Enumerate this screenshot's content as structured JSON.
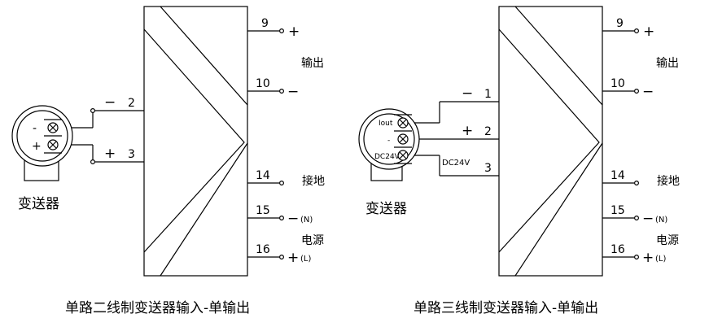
{
  "left": {
    "caption": "单路二线制变送器输入-单输出",
    "transmitter_label": "变送器",
    "transmitter_minus": "-",
    "transmitter_plus": "+",
    "input_terminals": [
      {
        "sign": "−",
        "number": "2"
      },
      {
        "sign": "+",
        "number": "3"
      }
    ],
    "output_terminals": [
      {
        "number": "9",
        "suffix": "+"
      },
      {
        "number": "10",
        "suffix": "−"
      },
      {
        "number": "14",
        "suffix": ""
      },
      {
        "number": "15",
        "suffix": "−",
        "note": "(N)"
      },
      {
        "number": "16",
        "suffix": "+",
        "note": "(L)"
      }
    ],
    "group_labels": {
      "output": "输出",
      "ground": "接地",
      "power": "电源"
    }
  },
  "right": {
    "caption": "单路三线制变送器输入-单输出",
    "transmitter_label": "变送器",
    "iout_label": "Iout",
    "minus_label": "-",
    "dc_label": "DC24V",
    "dc_wire_label": "DC24V",
    "input_terminals": [
      {
        "sign": "−",
        "number": "1"
      },
      {
        "sign": "+",
        "number": "2"
      },
      {
        "sign": "",
        "number": "3"
      }
    ],
    "output_terminals": [
      {
        "number": "9",
        "suffix": "+"
      },
      {
        "number": "10",
        "suffix": "−"
      },
      {
        "number": "14",
        "suffix": ""
      },
      {
        "number": "15",
        "suffix": "−",
        "note": "(N)"
      },
      {
        "number": "16",
        "suffix": "+",
        "note": "(L)"
      }
    ],
    "group_labels": {
      "output": "输出",
      "ground": "接地",
      "power": "电源"
    }
  }
}
